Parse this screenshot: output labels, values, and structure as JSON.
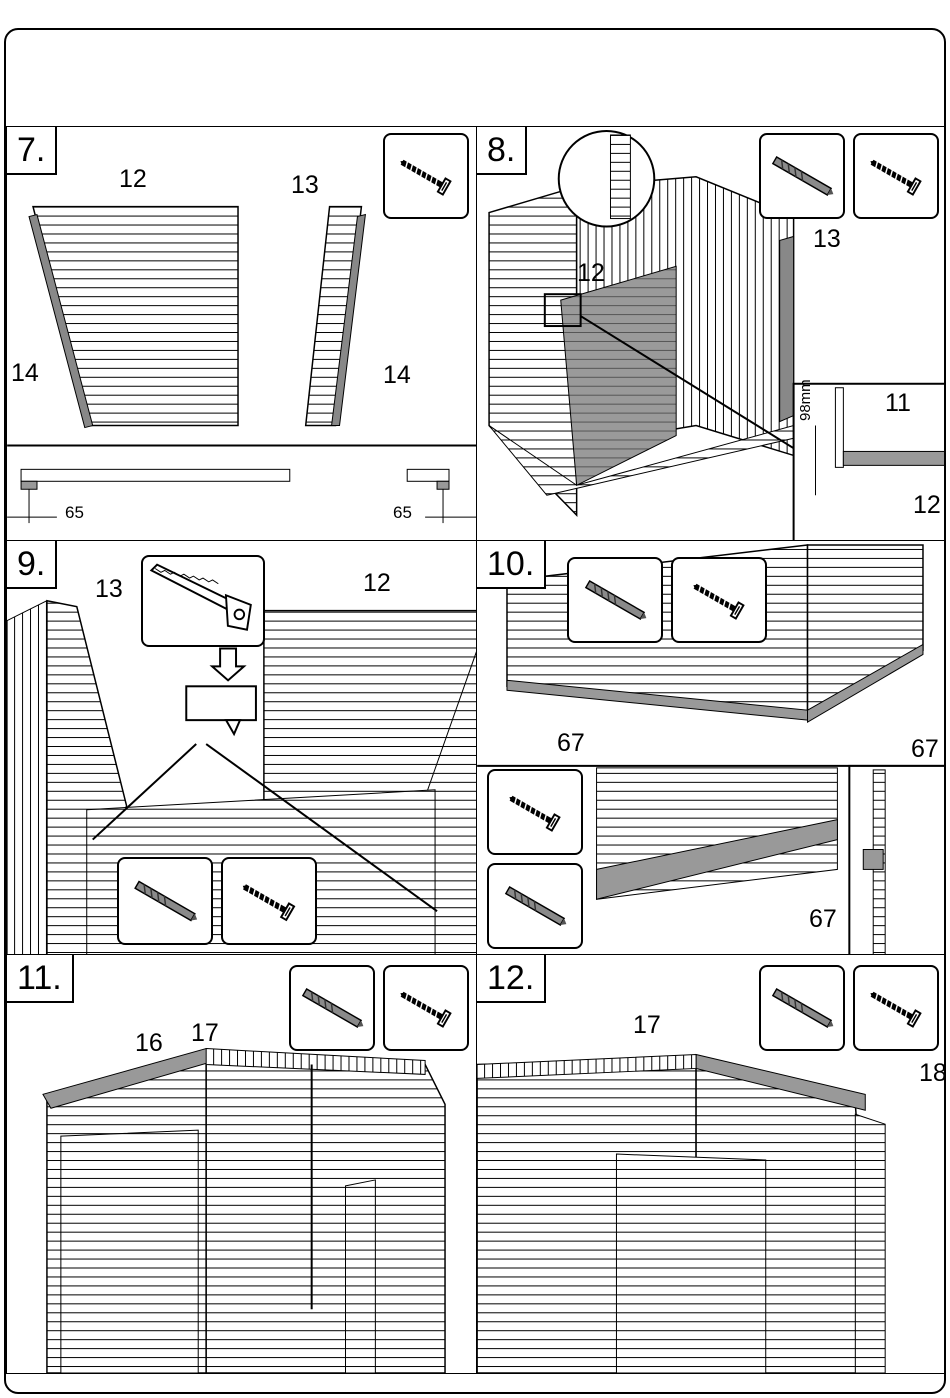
{
  "steps": [
    {
      "number": "7.",
      "labels": {
        "a": "12",
        "b": "13",
        "c": "14",
        "d": "14"
      },
      "dims": {
        "left": "65",
        "right": "65"
      },
      "tools": [
        "screw-icon"
      ]
    },
    {
      "number": "8.",
      "labels": {
        "a": "12",
        "b": "13",
        "c": "11",
        "d": "12"
      },
      "dims": {
        "vertical": "98mm"
      },
      "tools": [
        "drill-bit-icon",
        "screw-icon"
      ]
    },
    {
      "number": "9.",
      "labels": {
        "a": "13",
        "b": "12"
      },
      "tools": [
        "saw-icon",
        "drill-bit-icon",
        "screw-icon"
      ]
    },
    {
      "number": "10.",
      "labels": {
        "a": "67",
        "b": "67",
        "c": "67"
      },
      "tools": [
        "drill-bit-icon",
        "screw-icon"
      ]
    },
    {
      "number": "11.",
      "labels": {
        "a": "16",
        "b": "17"
      },
      "tools": [
        "drill-bit-icon",
        "screw-icon"
      ]
    },
    {
      "number": "12.",
      "labels": {
        "a": "17",
        "b": "18"
      },
      "tools": [
        "drill-bit-icon",
        "screw-icon"
      ]
    }
  ]
}
